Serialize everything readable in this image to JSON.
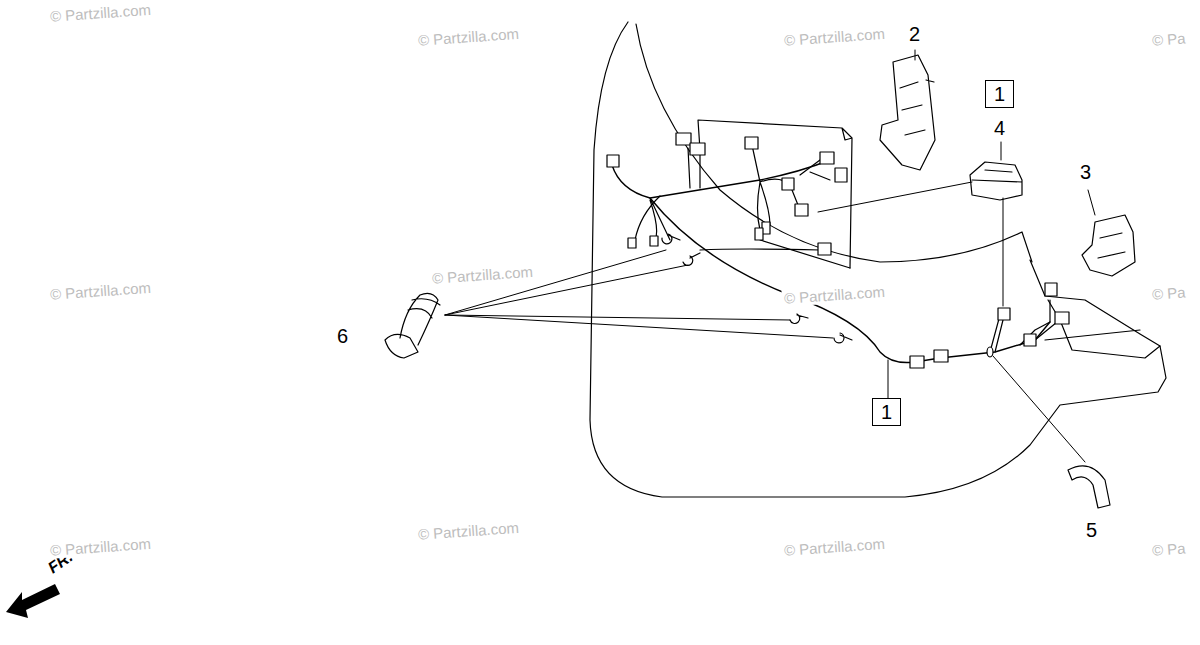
{
  "diagram": {
    "nodes": [
      {
        "text": [
          "1"
        ]
      },
      {
        "text": [
          "1"
        ]
      }
    ],
    "labels": [
      "2",
      "4",
      "3",
      "6",
      "5",
      "FR.",
      "© Partzilla.com",
      "© Partzilla.com",
      "© Partzilla.com",
      "© Pa",
      "© Partzilla.com",
      "© Partzilla.com",
      "© Partzilla.com",
      "© Pa",
      "© Partzilla.com",
      "© Partzilla.com",
      "© Partzilla.com",
      "© Pa"
    ]
  }
}
